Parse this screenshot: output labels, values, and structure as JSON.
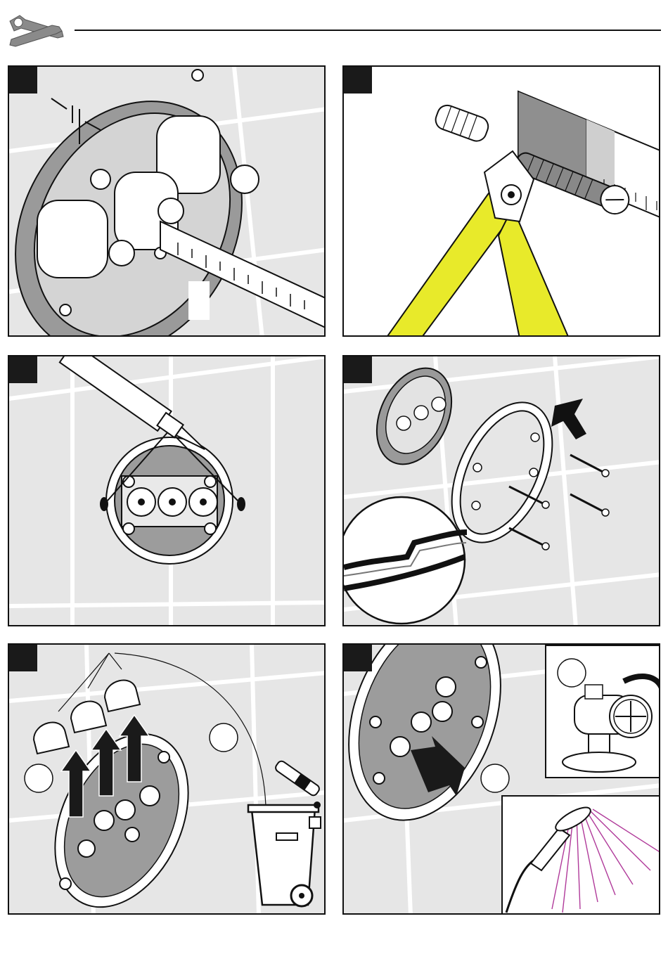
{
  "header": {
    "icon": "wrench-screwdriver-icon"
  },
  "colors": {
    "tile_background": "#e6e6e6",
    "tile_grout": "#ffffff",
    "outline": "#111111",
    "plier_handle": "#e8ea2a",
    "water_spray": "#b03a9a",
    "arrow": "#1a1a1a"
  },
  "panels": [
    {
      "id": "step-1",
      "content": "measure-installation-depth"
    },
    {
      "id": "step-2",
      "content": "cut-extension-with-pliers"
    },
    {
      "id": "step-3",
      "content": "apply-sealant-to-box"
    },
    {
      "id": "step-4",
      "content": "mount-trim-ring-with-screws"
    },
    {
      "id": "step-5",
      "content": "remove-and-dispose-protective-caps"
    },
    {
      "id": "step-6",
      "content": "flush-and-test-hand-shower"
    }
  ]
}
